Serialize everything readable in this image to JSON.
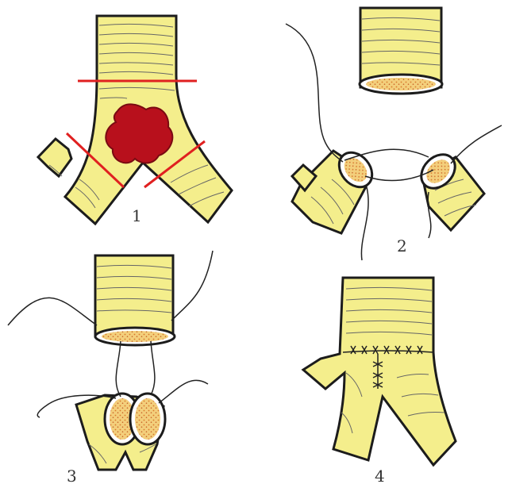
{
  "figure": {
    "panels": [
      {
        "id": "panel-1",
        "label": "1"
      },
      {
        "id": "panel-2",
        "label": "2"
      },
      {
        "id": "panel-3",
        "label": "3"
      },
      {
        "id": "panel-4",
        "label": "4"
      }
    ]
  },
  "colors": {
    "tube_fill": "#f4ee8c",
    "outline": "#1c1c1c",
    "tumor": "#b8101c",
    "cut_line": "#e02020",
    "lumen": "#f0c070",
    "lumen_dots": "#d9782a",
    "suture": "#222222"
  }
}
